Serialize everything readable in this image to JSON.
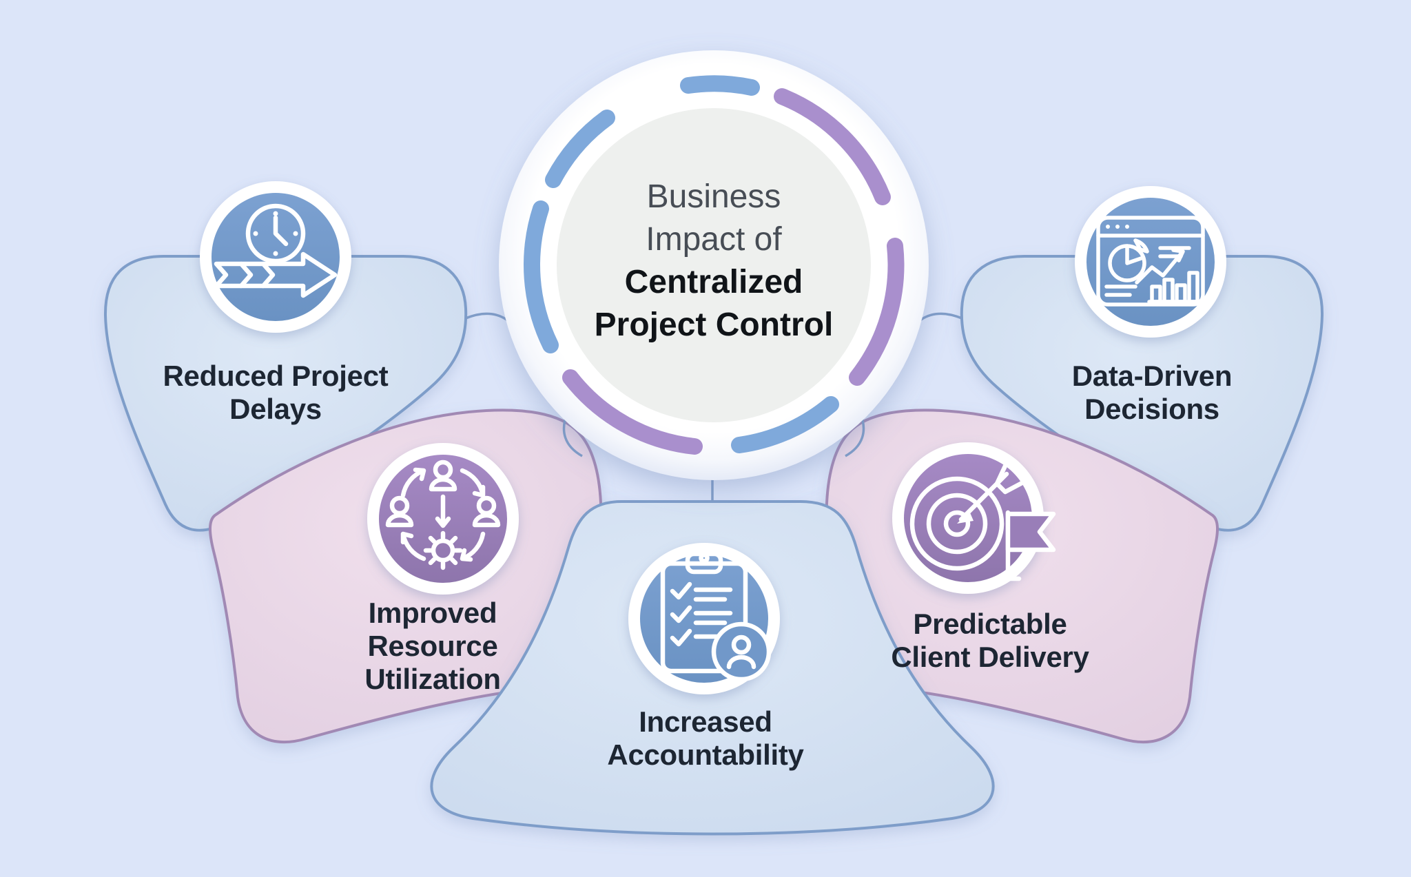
{
  "diagram": {
    "title_center": {
      "lines": [
        "Business",
        "Impact of",
        "Centralized",
        "Project Control"
      ]
    },
    "petals": [
      {
        "id": "reduced-project-delays",
        "lines": [
          "Reduced Project",
          "Delays"
        ],
        "icon": "clock-timeline-icon",
        "scheme": "blue"
      },
      {
        "id": "improved-resource-utilization",
        "lines": [
          "Improved",
          "Resource",
          "Utilization"
        ],
        "icon": "team-gear-icon",
        "scheme": "purple"
      },
      {
        "id": "increased-accountability",
        "lines": [
          "Increased",
          "Accountability"
        ],
        "icon": "clipboard-checklist-icon",
        "scheme": "blue"
      },
      {
        "id": "predictable-client-delivery",
        "lines": [
          "Predictable",
          "Client Delivery"
        ],
        "icon": "target-flag-icon",
        "scheme": "purple"
      },
      {
        "id": "data-driven-decisions",
        "lines": [
          "Data-Driven",
          "Decisions"
        ],
        "icon": "analytics-dashboard-icon",
        "scheme": "blue"
      }
    ],
    "colors": {
      "background": "#dce5f9",
      "petal_blue_fill": "#cfddef",
      "petal_blue_stroke": "#7e9dc9",
      "petal_pink_fill": "#e8d6e6",
      "petal_pink_stroke": "#a189b4",
      "icon_circle_blue": "#7198c9",
      "icon_circle_purple": "#9a7fb9",
      "ring_dash_blue": "#7fa9db",
      "ring_dash_purple": "#a98fcd",
      "center_fill": "#eef0ee",
      "label_text": "#1d2633",
      "center_regular_text": "#474d55",
      "center_bold_text": "#101418",
      "connector": "#7f9cc7"
    }
  }
}
